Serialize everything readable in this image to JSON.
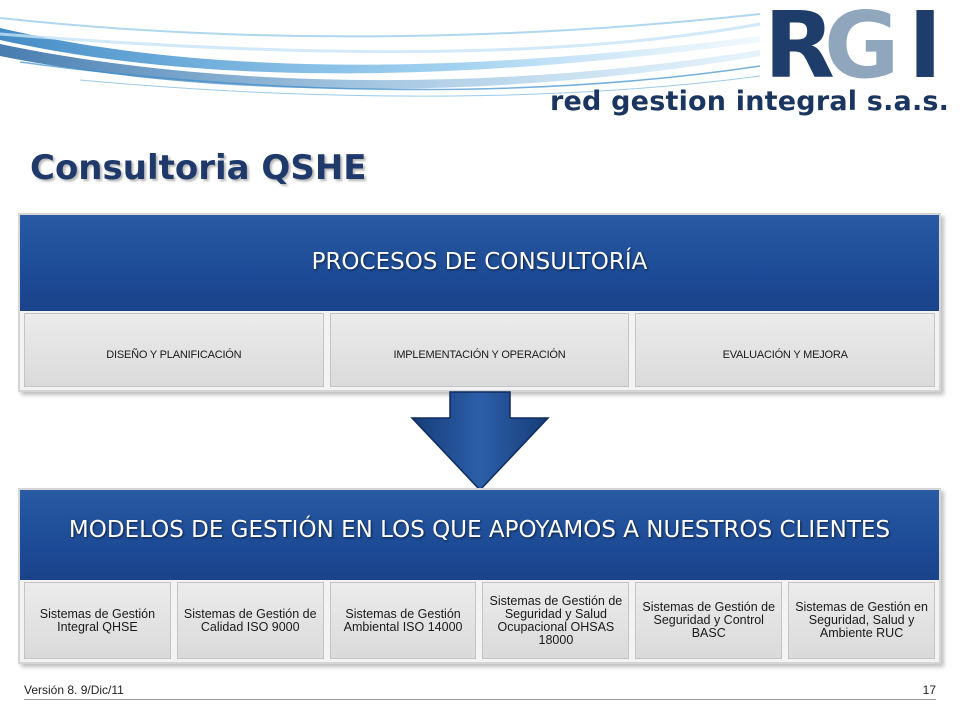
{
  "logo": {
    "letters": [
      "R",
      "G",
      "I"
    ],
    "company_name": "red gestion integral s.a.s.",
    "colors": {
      "dark": "#1e3d6b",
      "light": "#8fa6bd"
    }
  },
  "page_title": "Consultoria QSHE",
  "consulting": {
    "header": "PROCESOS DE CONSULTORÍA",
    "steps": [
      "DISEÑO Y PLANIFICACIÓN",
      "IMPLEMENTACIÓN Y OPERACIÓN",
      "EVALUACIÓN Y MEJORA"
    ]
  },
  "models": {
    "header": "MODELOS DE GESTIÓN EN LOS QUE APOYAMOS A NUESTROS CLIENTES",
    "items": [
      "Sistemas de Gestión Integral QHSE",
      "Sistemas de Gestión de Calidad ISO 9000",
      "Sistemas de Gestión Ambiental ISO 14000",
      "Sistemas de Gestión de Seguridad y Salud Ocupacional OHSAS 18000",
      "Sistemas de Gestión de Seguridad y Control BASC",
      "Sistemas de Gestión en Seguridad, Salud y Ambiente RUC"
    ]
  },
  "footer": {
    "version": "Versión 8. 9/Dic/11",
    "page_number": "17"
  },
  "colors": {
    "header_blue": "#1d4b96",
    "title_blue": "#1f3a6a",
    "arrow_blue": "#1b4585"
  }
}
